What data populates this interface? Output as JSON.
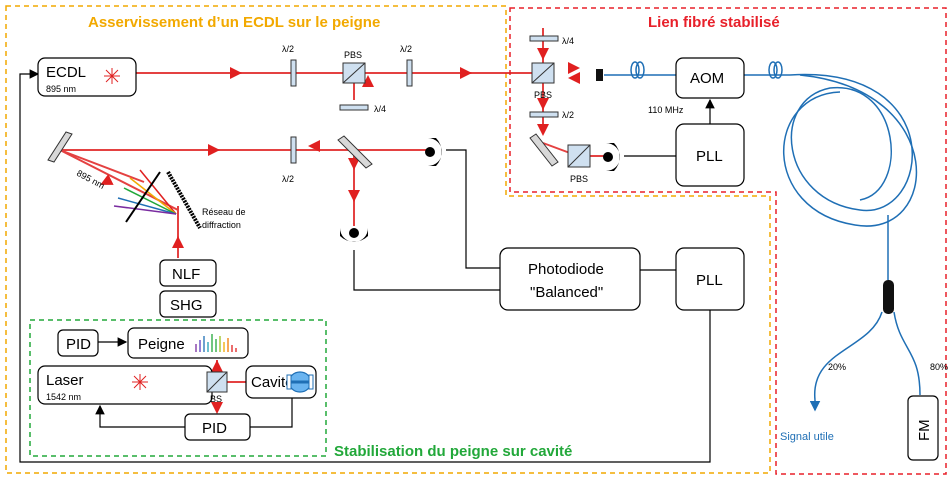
{
  "sections": {
    "ecdl_lock": "Asservissement d’un ECDL sur le peigne",
    "fiber_link": "Lien fibré stabilisé",
    "comb_lock": "Stabilisation du peigne sur cavité"
  },
  "boxes": {
    "ecdl": "ECDL",
    "ecdl_wavelength": "895 nm",
    "aom": "AOM",
    "aom_freq": "110 MHz",
    "pll_top": "PLL",
    "pll_mid": "PLL",
    "photodiode_line1": "Photodiode",
    "photodiode_line2": "\"Balanced\"",
    "nlf": "NLF",
    "shg": "SHG",
    "pid_top": "PID",
    "pid_bottom": "PID",
    "peigne": "Peigne",
    "laser": "Laser",
    "laser_wavelength": "1542 nm",
    "cavite": "Cavité",
    "fm": "FM"
  },
  "optics": {
    "half_wave": "λ/2",
    "quarter_wave": "λ/4",
    "pbs": "PBS",
    "bs": "BS",
    "grating_line1": "Réseau de",
    "grating_line2": "diffraction",
    "beam_wavelength": "895 nm"
  },
  "fiber": {
    "split_left": "20%",
    "split_right": "80%",
    "signal": "Signal utile"
  },
  "colors": {
    "beam": "#e02020",
    "fiber": "#1f6fb5",
    "orange": "#f2a900",
    "red": "#e8202a",
    "green": "#22a83a"
  }
}
